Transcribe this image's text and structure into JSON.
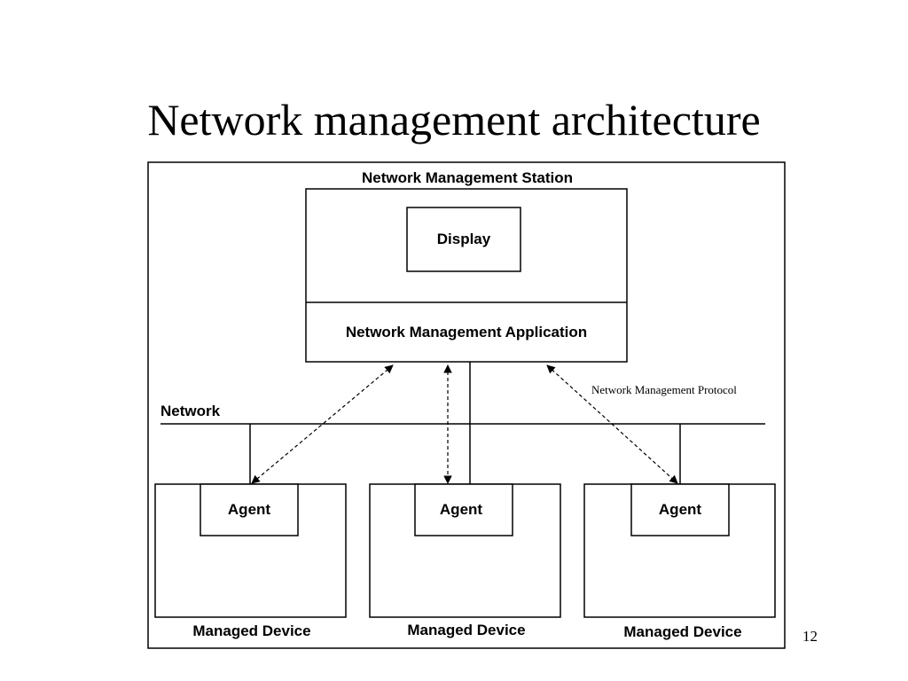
{
  "slide": {
    "title": "Network management architecture",
    "page_number": "12"
  },
  "diagram": {
    "station_label": "Network Management Station",
    "display_label": "Display",
    "application_label": "Network Management Application",
    "network_label": "Network",
    "protocol_label": "Network Management Protocol",
    "agents": [
      {
        "agent_label": "Agent",
        "device_label": "Managed Device"
      },
      {
        "agent_label": "Agent",
        "device_label": "Managed Device"
      },
      {
        "agent_label": "Agent",
        "device_label": "Managed Device"
      }
    ]
  }
}
